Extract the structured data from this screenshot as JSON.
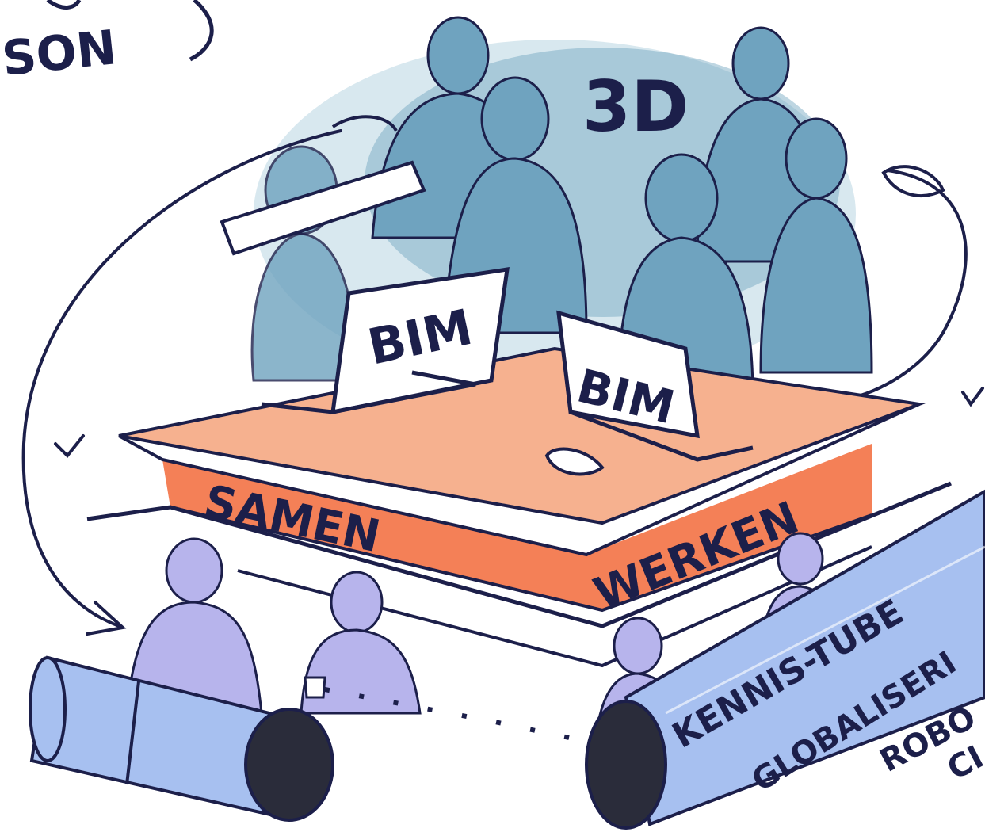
{
  "labels": {
    "top_left_fragment": "SON",
    "three_d": "3D",
    "screen_left": "BIM",
    "screen_right": "BIM",
    "samen": "SAMEN",
    "werken": "WERKEN",
    "kennis_tube": "KENNIS-TUBE",
    "globaliseri": "GLOBALISERI",
    "robo": "ROBO",
    "ci": "CI"
  },
  "colors": {
    "ink": "#1c1f4a",
    "people_blue": "#6fa3bf",
    "people_blue_light": "#a9cbdc",
    "table_orange": "#f26a3a",
    "table_peach": "#f6b18f",
    "people_lilac": "#b7b4ec",
    "tube_blue": "#a7c0f0",
    "tube_dark": "#2a2c3a"
  }
}
